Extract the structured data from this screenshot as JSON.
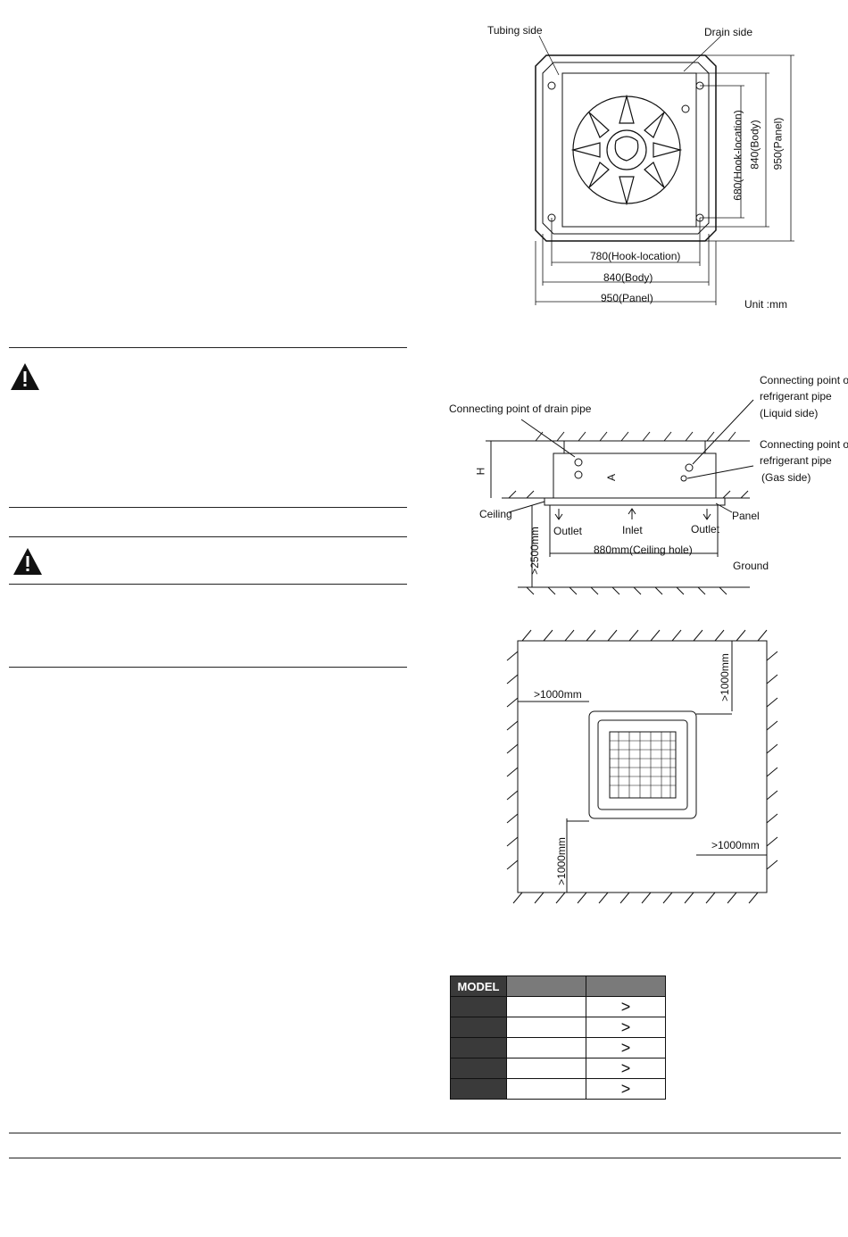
{
  "top_diagram": {
    "tubing_side": "Tubing side",
    "drain_side": "Drain side",
    "dim_hook_h": "780(Hook-location)",
    "dim_body_h": "840(Body)",
    "dim_panel_h": "950(Panel)",
    "dim_hook_v": "680(Hook-location)",
    "dim_body_v": "840(Body)",
    "dim_panel_v": "950(Panel)",
    "unit": "Unit :mm"
  },
  "side_diagram": {
    "drain_point": "Connecting point of drain pipe",
    "liquid_point_line1": "Connecting point of",
    "liquid_point_line2": "refrigerant pipe",
    "liquid_point_line3": "(Liquid side)",
    "gas_point_line1": "Connecting point of",
    "gas_point_line2": "refrigerant pipe",
    "gas_point_line3": "(Gas side)",
    "h_label": "H",
    "a_label": "A",
    "ceiling": "Ceiling",
    "panel": "Panel",
    "outlet_left": "Outlet",
    "inlet": "Inlet",
    "outlet_right": "Outlet",
    "ceiling_hole": "880mm(Ceiling hole)",
    "height_min": ">2500mm",
    "ground": "Ground"
  },
  "clearance_diagram": {
    "top": ">1000mm",
    "left": ">1000mm",
    "right": ">1000mm",
    "bottom": ">1000mm"
  },
  "model_table": {
    "header": "MODEL",
    "gt_symbol": ">"
  },
  "icons": [
    "warning-triangle-icon",
    "warning-triangle-icon"
  ]
}
